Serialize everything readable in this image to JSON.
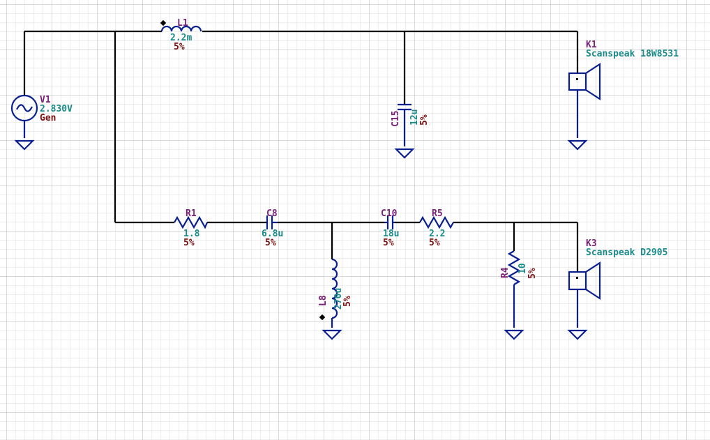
{
  "colors": {
    "background": "#ffffff",
    "grid_minor": "#dcdcdc",
    "grid_major": "#b4b4b4",
    "wire": "#000000",
    "symbol": "#0a1f8f",
    "ref_label": "#7a1f7a",
    "value_label": "#1a8a8a",
    "tolerance_label": "#7a1010"
  },
  "components": {
    "v1": {
      "ref": "V1",
      "value": "2.830V",
      "extra": "Gen"
    },
    "l1": {
      "ref": "L1",
      "value": "2.2m",
      "tolerance": "5%"
    },
    "k1": {
      "ref": "K1",
      "value": "Scanspeak 18W8531"
    },
    "c15": {
      "ref": "C15",
      "value": "12u",
      "tolerance": "5%"
    },
    "r1": {
      "ref": "R1",
      "value": "1.8",
      "tolerance": "5%"
    },
    "c8": {
      "ref": "C8",
      "value": "6.8u",
      "tolerance": "5%"
    },
    "l8": {
      "ref": "L8",
      "value": "270u",
      "tolerance": "5%"
    },
    "c10": {
      "ref": "C10",
      "value": "18u",
      "tolerance": "5%"
    },
    "r5": {
      "ref": "R5",
      "value": "2.2",
      "tolerance": "5%"
    },
    "r4": {
      "ref": "R4",
      "value": "10",
      "tolerance": "5%"
    },
    "k3": {
      "ref": "K3",
      "value": "Scanspeak D2905"
    }
  },
  "icons": {
    "source": "ac-voltage-source-icon",
    "inductor": "inductor-icon",
    "capacitor": "capacitor-icon",
    "resistor": "resistor-icon",
    "speaker": "speaker-icon",
    "ground": "ground-icon"
  }
}
